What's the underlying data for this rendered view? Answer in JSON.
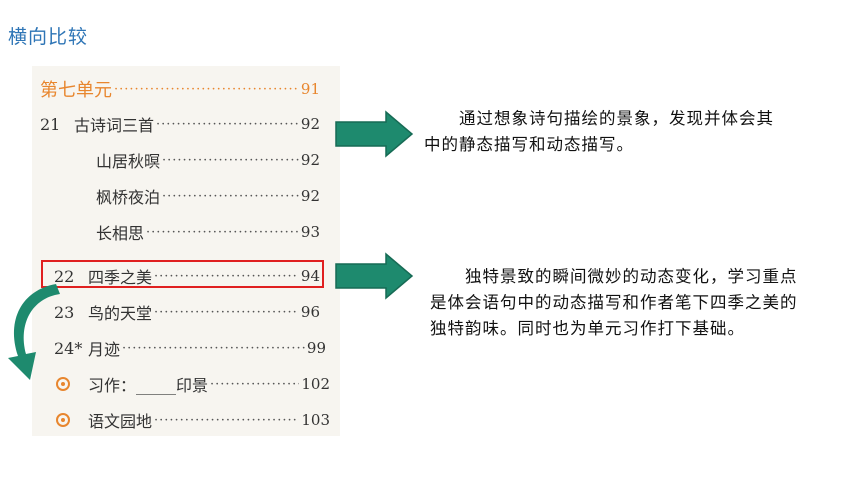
{
  "slide": {
    "title": "横向比较"
  },
  "toc": {
    "unit": {
      "title": "第七单元",
      "page": "91"
    },
    "entries": [
      {
        "num": "21",
        "title": "古诗词三首",
        "page": "92"
      },
      {
        "num": "",
        "title": "山居秋暝",
        "page": "92"
      },
      {
        "num": "",
        "title": "枫桥夜泊",
        "page": "92"
      },
      {
        "num": "",
        "title": "长相思",
        "page": "93"
      },
      {
        "num": "22",
        "title": "四季之美",
        "page": "94"
      },
      {
        "num": "23",
        "title": "鸟的天堂",
        "page": "96"
      },
      {
        "num": "24*",
        "title": "月迹",
        "page": "99"
      },
      {
        "num": "",
        "title": "习作：_____印景",
        "page": "102"
      },
      {
        "num": "",
        "title": "语文园地",
        "page": "103"
      }
    ]
  },
  "descriptions": {
    "first": "　　通过想象诗句描绘的景象，发现并体会其中的静态描写和动态描写。",
    "second": "　　独特景致的瞬间微妙的动态变化，学习重点是体会语句中的动态描写和作者笔下四季之美的独特韵味。同时也为单元习作打下基础。"
  },
  "colors": {
    "title_blue": "#2e75b6",
    "unit_orange": "#e8862e",
    "highlight_red": "#e02020",
    "arrow_green": "#1e8a6e"
  }
}
